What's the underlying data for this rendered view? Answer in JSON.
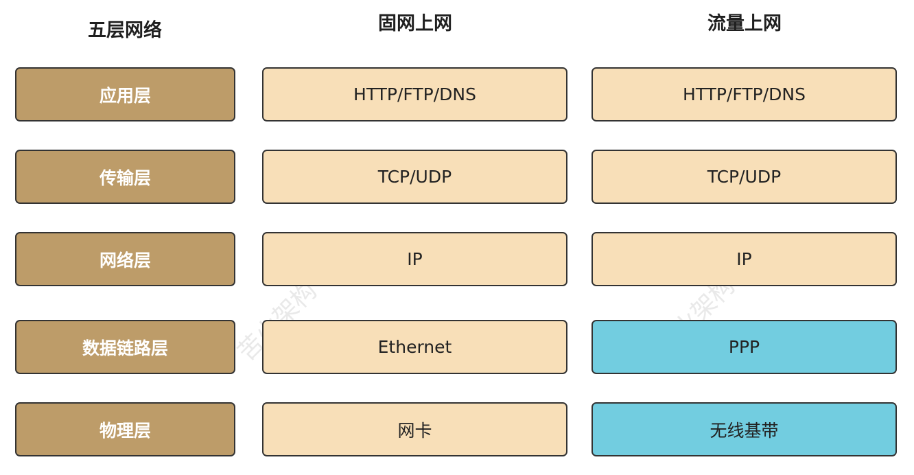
{
  "headers": {
    "layers": "五层网络",
    "fixed": "固网上网",
    "mobile": "流量上网"
  },
  "rows": [
    {
      "layer": "应用层",
      "fixed": "HTTP/FTP/DNS",
      "mobile": "HTTP/FTP/DNS"
    },
    {
      "layer": "传输层",
      "fixed": "TCP/UDP",
      "mobile": "TCP/UDP"
    },
    {
      "layer": "网络层",
      "fixed": "IP",
      "mobile": "IP"
    },
    {
      "layer": "数据链路层",
      "fixed": "Ethernet",
      "mobile": "PPP"
    },
    {
      "layer": "物理层",
      "fixed": "网卡",
      "mobile": "无线基带"
    }
  ],
  "watermarks": [
    "苦火架构",
    "火架构"
  ],
  "colors": {
    "layer_fill": "#bd9c69",
    "protocol_fill": "#f8dfb8",
    "highlight_fill": "#72cde0",
    "border": "#333333"
  }
}
